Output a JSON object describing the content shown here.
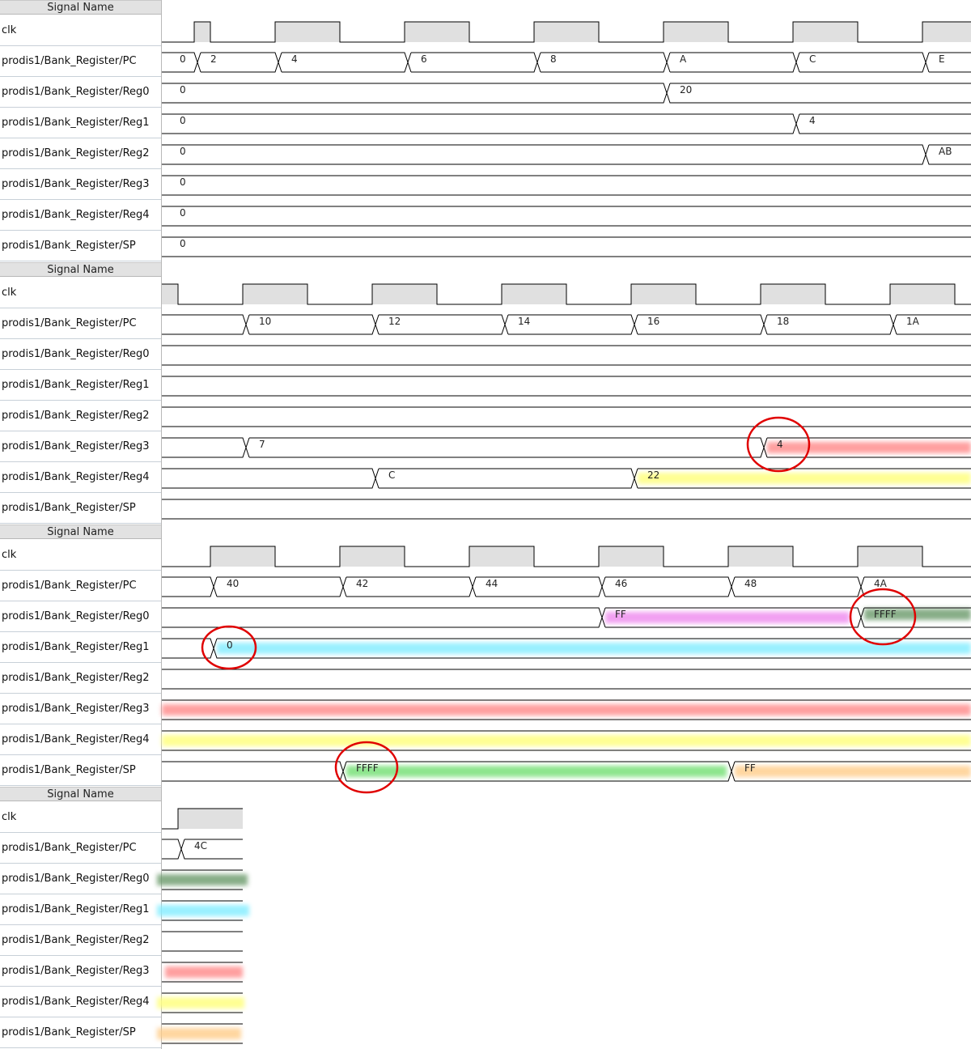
{
  "panels": [
    {
      "header": "Signal Name",
      "signals": [
        "clk",
        "prodis1/Bank_Register/PC",
        "prodis1/Bank_Register/Reg0",
        "prodis1/Bank_Register/Reg1",
        "prodis1/Bank_Register/Reg2",
        "prodis1/Bank_Register/Reg3",
        "prodis1/Bank_Register/Reg4",
        "prodis1/Bank_Register/SP"
      ],
      "values": {
        "PC": [
          "0",
          "2",
          "4",
          "6",
          "8",
          "A",
          "C",
          "E"
        ],
        "Reg0": [
          "0",
          "20"
        ],
        "Reg1": [
          "0",
          "4"
        ],
        "Reg2": [
          "0",
          "AB"
        ],
        "Reg3": [
          "0"
        ],
        "Reg4": [
          "0"
        ],
        "SP": [
          "0"
        ]
      }
    },
    {
      "header": "Signal Name",
      "signals": [
        "clk",
        "prodis1/Bank_Register/PC",
        "prodis1/Bank_Register/Reg0",
        "prodis1/Bank_Register/Reg1",
        "prodis1/Bank_Register/Reg2",
        "prodis1/Bank_Register/Reg3",
        "prodis1/Bank_Register/Reg4",
        "prodis1/Bank_Register/SP"
      ],
      "values": {
        "PC": [
          "10",
          "12",
          "14",
          "16",
          "18",
          "1A"
        ],
        "Reg3": [
          "7",
          "4"
        ],
        "Reg4": [
          "C",
          "22"
        ]
      }
    },
    {
      "header": "Signal Name",
      "signals": [
        "clk",
        "prodis1/Bank_Register/PC",
        "prodis1/Bank_Register/Reg0",
        "prodis1/Bank_Register/Reg1",
        "prodis1/Bank_Register/Reg2",
        "prodis1/Bank_Register/Reg3",
        "prodis1/Bank_Register/Reg4",
        "prodis1/Bank_Register/SP"
      ],
      "values": {
        "PC": [
          "40",
          "42",
          "44",
          "46",
          "48",
          "4A"
        ],
        "Reg0": [
          "FF",
          "FFFF"
        ],
        "Reg1": [
          "0"
        ],
        "SP": [
          "FFFF",
          "FF"
        ]
      }
    },
    {
      "header": "Signal Name",
      "signals": [
        "clk",
        "prodis1/Bank_Register/PC",
        "prodis1/Bank_Register/Reg0",
        "prodis1/Bank_Register/Reg1",
        "prodis1/Bank_Register/Reg2",
        "prodis1/Bank_Register/Reg3",
        "prodis1/Bank_Register/Reg4",
        "prodis1/Bank_Register/SP"
      ],
      "values": {
        "PC": [
          "4C"
        ]
      }
    }
  ],
  "highlight_colors": {
    "reg3": "#ff8080",
    "reg4": "#ffff80",
    "reg0_ff": "#ee88ee",
    "reg0_ffff": "#6a9a6a",
    "reg1": "#88eeff",
    "sp_ffff": "#66dd66",
    "sp_ff": "#ffcc88",
    "circle": "#e00000"
  }
}
